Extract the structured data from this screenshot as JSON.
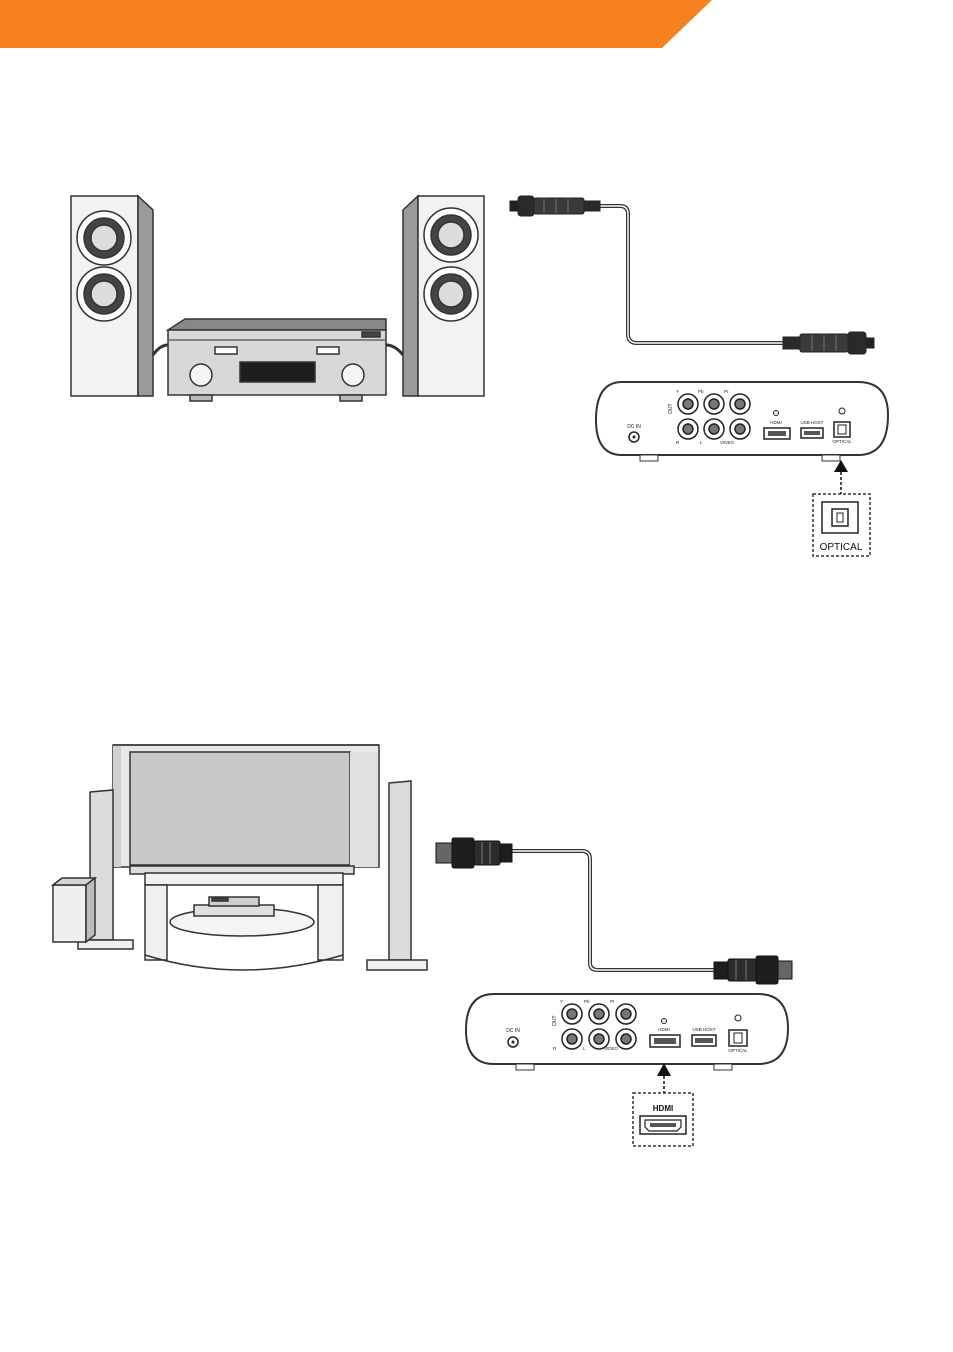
{
  "colors": {
    "banner": "#f5821f",
    "line": "#333333",
    "panel_fill": "#ffffff",
    "device_fill": "#d8d8d8",
    "dark": "#222222"
  },
  "optical_diagram": {
    "devices": [
      "speaker-left",
      "amplifier",
      "speaker-right"
    ],
    "cable": "optical-cable",
    "player": {
      "labels": {
        "dc_in": "DC IN",
        "out": "OUT",
        "y": "Y",
        "pb": "Pb",
        "pr": "Pr",
        "r": "R",
        "l": "L",
        "video": "VIDEO",
        "hdmi": "HDMI",
        "usb_host": "USB HOST",
        "optical": "OPTICAL"
      }
    },
    "callout_label": "OPTICAL"
  },
  "hdmi_diagram": {
    "devices": [
      "television",
      "home-theater-speakers",
      "tv-stand"
    ],
    "cable": "hdmi-cable",
    "player": {
      "labels": {
        "dc_in": "DC IN",
        "out": "OUT",
        "y": "Y",
        "pb": "Pb",
        "pr": "Pr",
        "r": "R",
        "l": "L",
        "video": "VIDEO",
        "hdmi": "HDMI",
        "usb_host": "USB HOST",
        "optical": "OPTICAL"
      }
    },
    "callout_label": "HDMI"
  }
}
